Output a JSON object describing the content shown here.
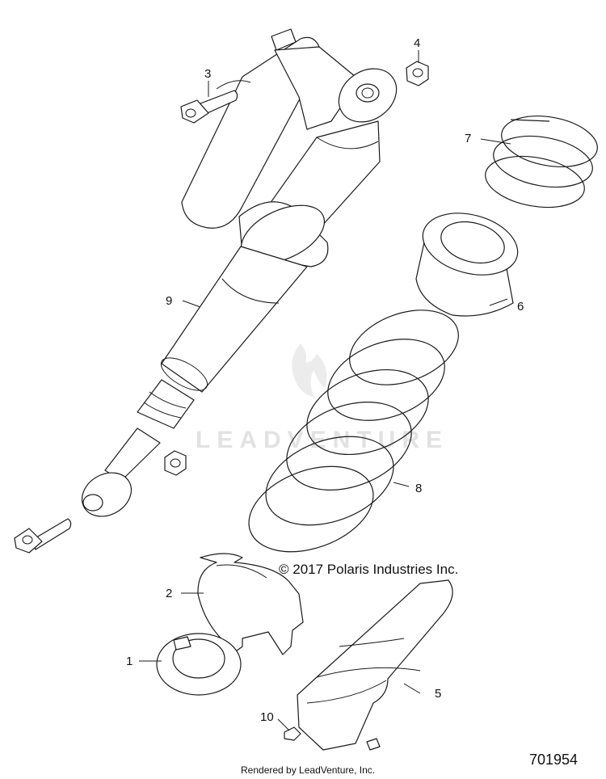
{
  "diagram": {
    "copyright": "© 2017 Polaris Industries Inc.",
    "footer": "Rendered by LeadVenture, Inc.",
    "figure_number": "701954",
    "watermark": "LEADVENTURE",
    "callouts": [
      {
        "id": "1",
        "label": "1"
      },
      {
        "id": "2",
        "label": "2"
      },
      {
        "id": "3",
        "label": "3"
      },
      {
        "id": "4",
        "label": "4"
      },
      {
        "id": "5",
        "label": "5"
      },
      {
        "id": "6",
        "label": "6"
      },
      {
        "id": "7",
        "label": "7"
      },
      {
        "id": "8",
        "label": "8"
      },
      {
        "id": "9",
        "label": "9"
      },
      {
        "id": "10",
        "label": "10"
      }
    ]
  }
}
